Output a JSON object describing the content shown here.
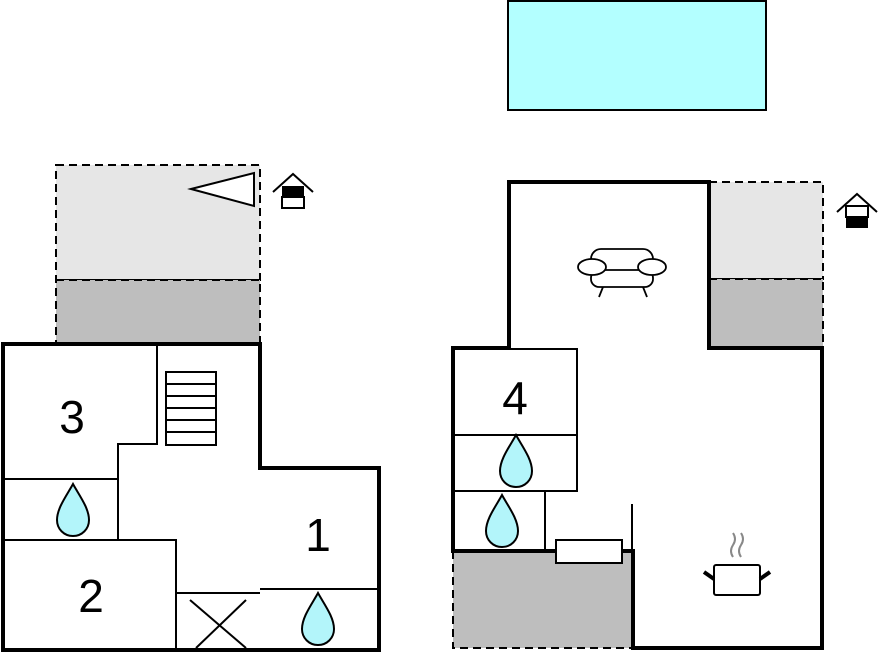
{
  "rooms": {
    "room1": "1",
    "room2": "2",
    "room3": "3",
    "room4": "4"
  },
  "colors": {
    "pool": "#b3ffff",
    "terrace_light": "#e6e6e6",
    "terrace_dark": "#bebebe",
    "water": "#b3f5fa"
  },
  "icons": [
    "bathroom-drop-icon",
    "stairs-icon",
    "sofa-icon",
    "cooking-pot-icon",
    "house-entrance-icon",
    "north-arrow-icon",
    "radiator-icon"
  ]
}
